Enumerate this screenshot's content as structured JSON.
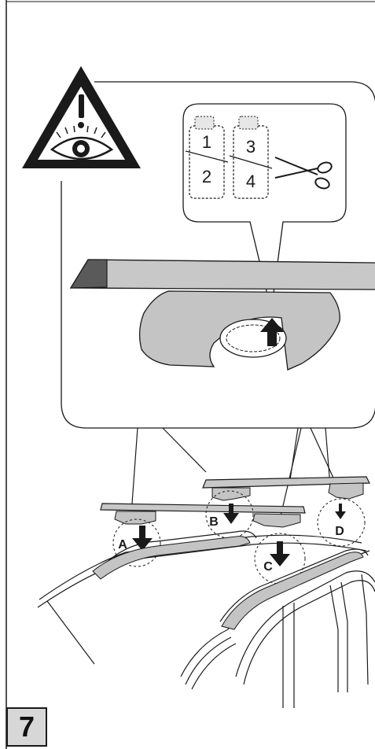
{
  "step_number": "7",
  "pad_labels": [
    "1",
    "2",
    "3",
    "4"
  ],
  "foot_labels": [
    "A",
    "B",
    "C",
    "D"
  ],
  "colors": {
    "line": "#1a1a1a",
    "bar_fill": "#c8c8c8",
    "bar_end_fill": "#5a5a5a",
    "foot_fill": "#c4c4c4",
    "badge_fill": "#d7d7d7"
  },
  "icons": [
    "warning-eye-icon",
    "scissors-icon",
    "arrow-up-icon",
    "arrow-down-icon"
  ]
}
